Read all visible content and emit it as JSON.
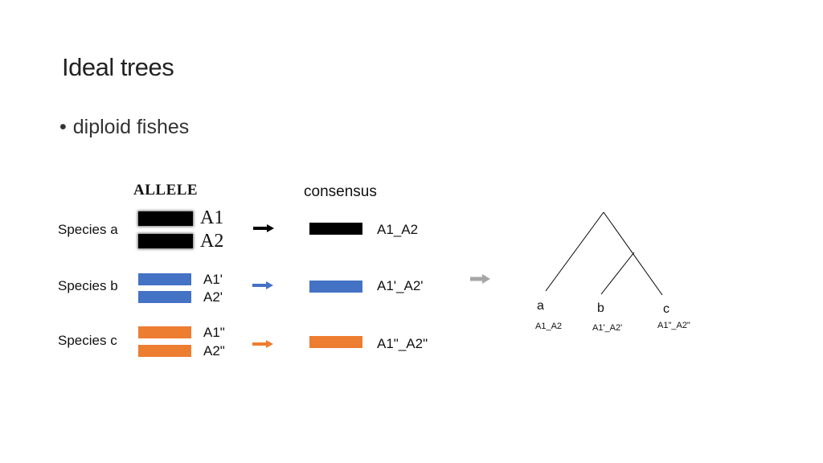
{
  "slide": {
    "title": "Ideal trees",
    "bullet": "diploid fishes",
    "bullet_marker": "•"
  },
  "diagram": {
    "allele_header": "ALLELE",
    "consensus_header": "consensus",
    "rows": [
      {
        "species": "Species a",
        "allele1": "A1",
        "allele2": "A2",
        "consensus": "A1_A2",
        "color": "#000000"
      },
      {
        "species": "Species b",
        "allele1": "A1'",
        "allele2": "A2'",
        "consensus": "A1'_A2'",
        "color": "#4472c4"
      },
      {
        "species": "Species c",
        "allele1": "A1\"",
        "allele2": "A2\"",
        "consensus": "A1\"_A2\"",
        "color": "#ed7d31"
      }
    ],
    "transition_arrow_color": "#a6a6a6",
    "tree": {
      "leaves": [
        {
          "name": "a",
          "label": "A1_A2"
        },
        {
          "name": "b",
          "label": "A1'_A2'"
        },
        {
          "name": "c",
          "label": "A1\"_A2\""
        }
      ]
    }
  }
}
